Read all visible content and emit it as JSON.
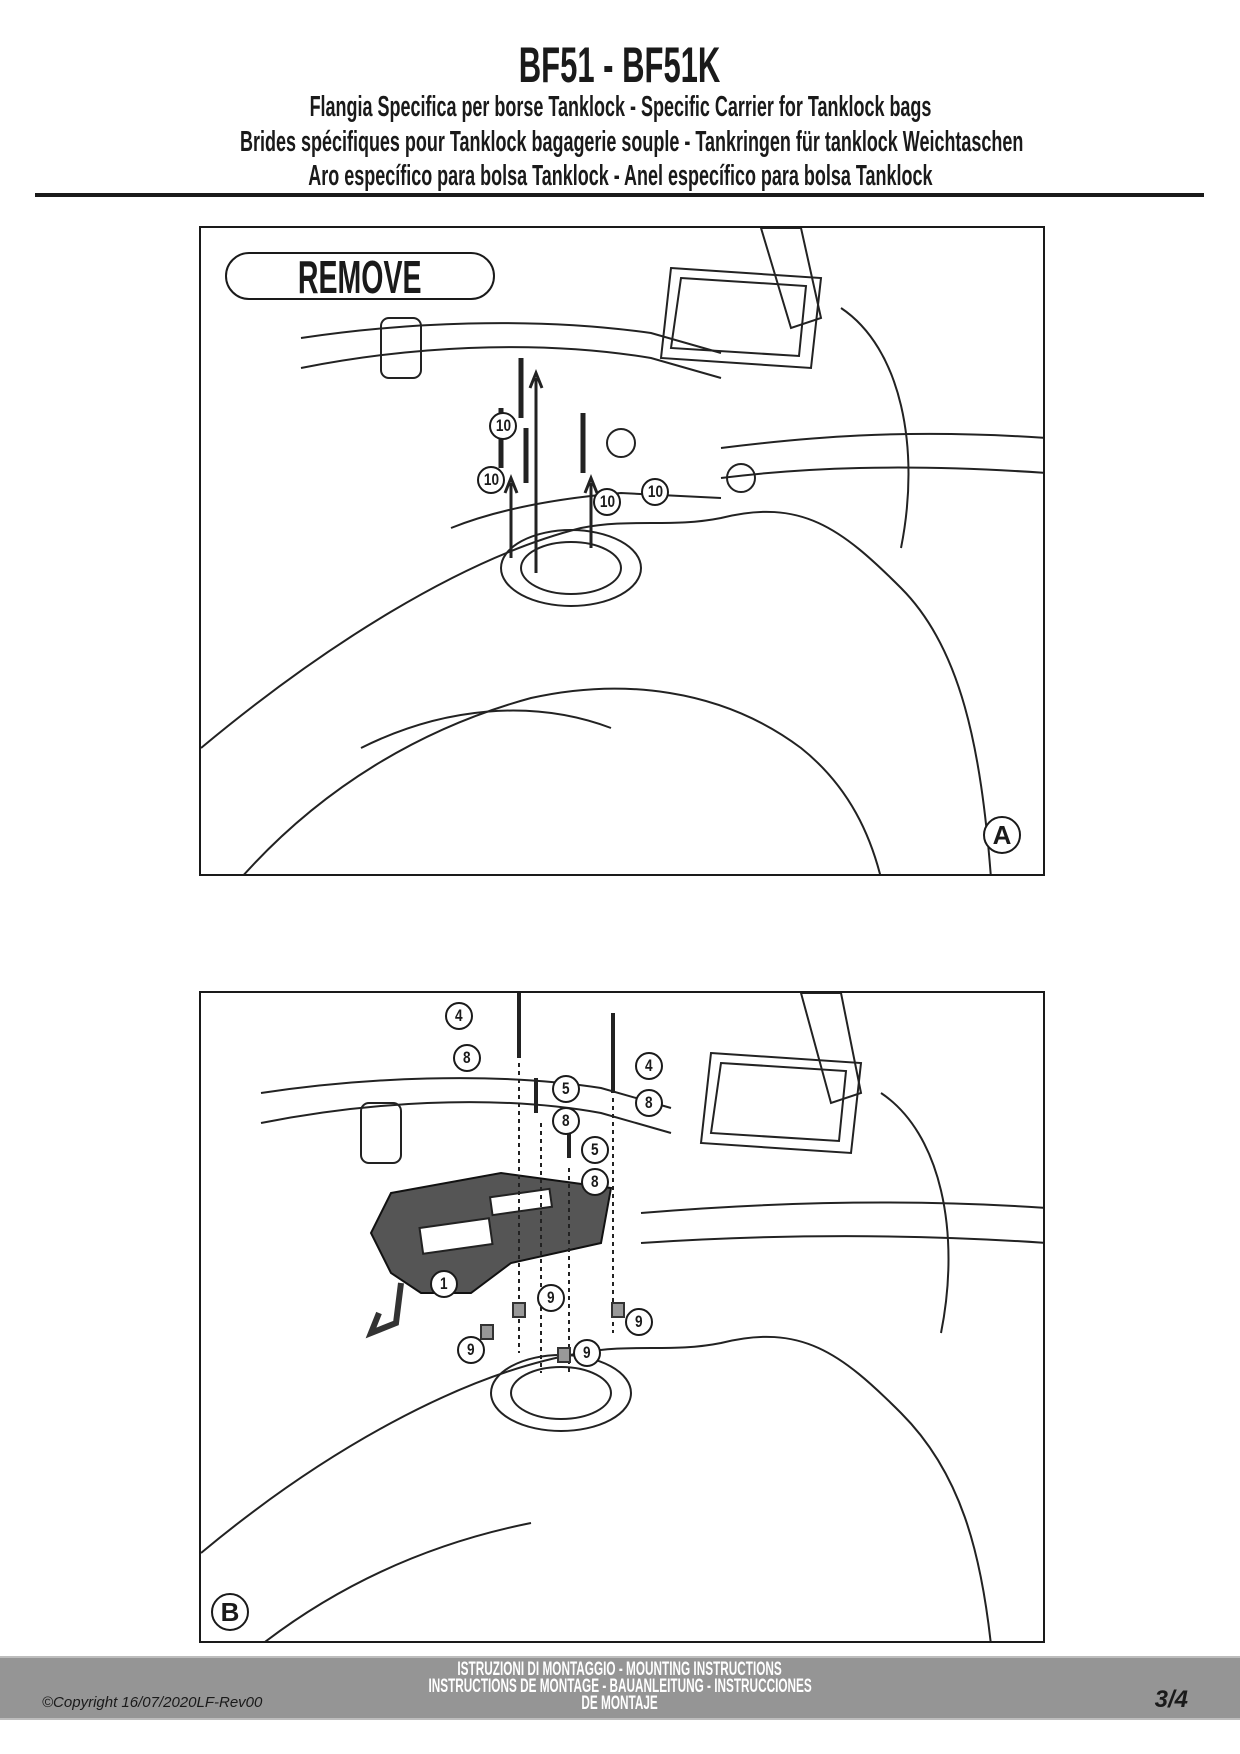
{
  "header": {
    "title": "BF51 - BF51K",
    "subtitles": [
      "Flangia Specifica per borse Tanklock - Specific Carrier for Tanklock bags",
      "Brides spécifiques pour Tanklock bagagerie souple - Tankringen für tanklock Weichtaschen",
      "Aro específico para bolsa Tanklock - Anel específico para bolsa Tanklock"
    ]
  },
  "panel_a": {
    "label": "A",
    "banner": "REMOVE",
    "callouts": [
      "10",
      "10",
      "10",
      "10"
    ]
  },
  "panel_b": {
    "label": "B",
    "callouts": [
      "4",
      "8",
      "5",
      "8",
      "5",
      "8",
      "4",
      "8",
      "1",
      "9",
      "9",
      "9",
      "9"
    ]
  },
  "footer": {
    "lines": [
      "ISTRUZIONI DI MONTAGGIO  -  MOUNTING INSTRUCTIONS",
      "INSTRUCTIONS DE MONTAGE - BAUANLEITUNG - INSTRUCCIONES",
      "DE MONTAJE"
    ],
    "copyright": "©Copyright 16/07/2020LF-Rev00",
    "page": "3/4"
  }
}
